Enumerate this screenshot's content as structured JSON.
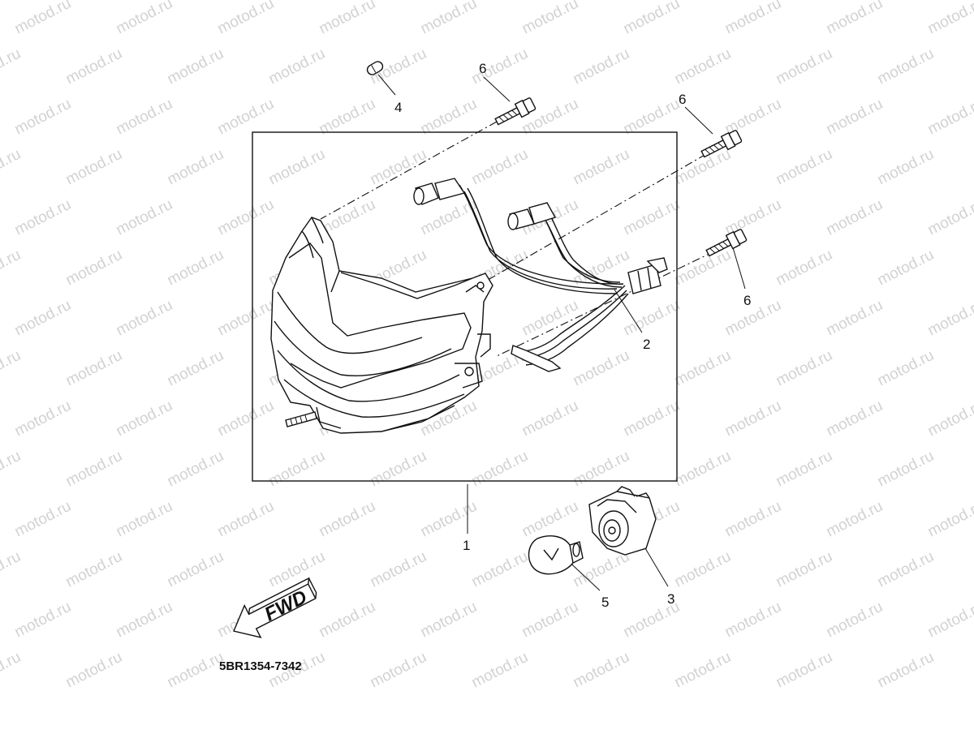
{
  "watermark": {
    "text": "motod.ru",
    "color": "#d2d2d2"
  },
  "callouts": {
    "headlight": "1",
    "wire_harness": "2",
    "bulb_socket": "3",
    "position_bulb": "4",
    "headlight_bulb": "5",
    "bolt_top_left": "6",
    "bolt_top_right": "6",
    "bolt_right": "6"
  },
  "fwd_label": "FWD",
  "diagram_code": "5BR1354-7342"
}
